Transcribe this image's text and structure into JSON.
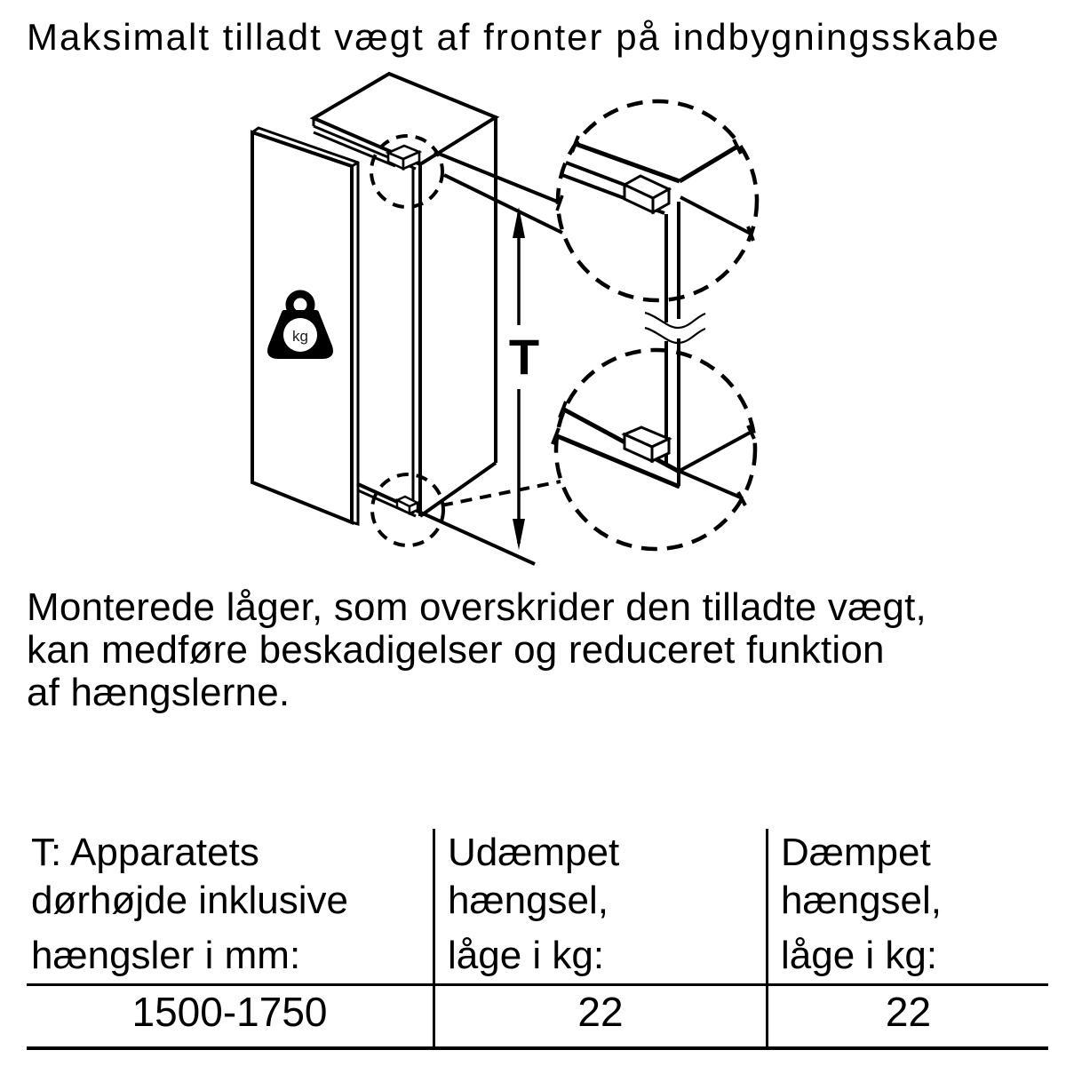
{
  "title": "Maksimalt tilladt vægt af fronter på indbygningsskabe",
  "diagram": {
    "dimension_label": "T",
    "weight_icon_label": "kg"
  },
  "paragraph": {
    "lines": [
      "Monterede låger, som overskrider den tilladte vægt,",
      "kan medføre beskadigelser og reduceret funktion",
      "af hængslerne."
    ]
  },
  "table": {
    "columns": [
      {
        "header_lines": [
          "T: Apparatets",
          "dørhøjde inklusive"
        ],
        "header_last": "hængsler i mm:",
        "value": "1500-1750"
      },
      {
        "header_lines": [
          "Udæmpet",
          "hængsel,"
        ],
        "header_last": "låge i kg:",
        "value": "22"
      },
      {
        "header_lines": [
          "Dæmpet",
          "hængsel,"
        ],
        "header_last": "låge i kg:",
        "value": "22"
      }
    ]
  }
}
